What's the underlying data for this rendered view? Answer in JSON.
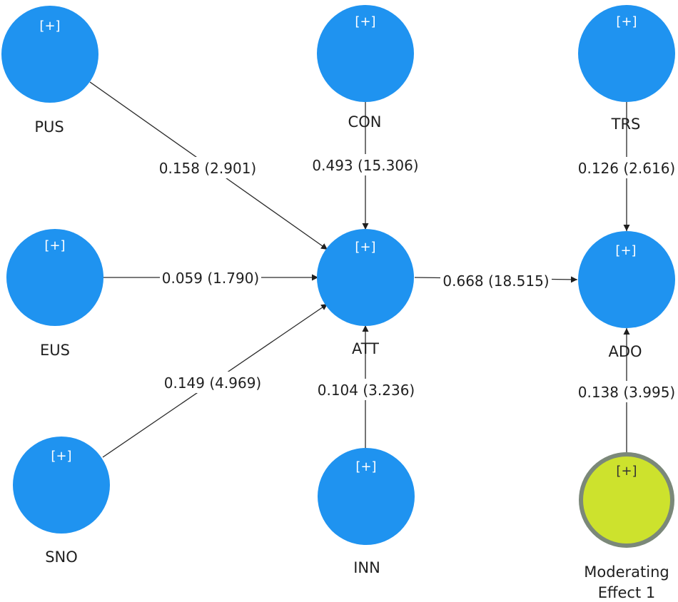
{
  "colors": {
    "construct_fill": "#1f93f0",
    "moderator_fill": "#cde22d",
    "moderator_stroke": "#7b8879",
    "edge_color": "#2a2a2a",
    "text_color": "#1f1f1f"
  },
  "expand_symbol": "[+]",
  "nodes": {
    "pus": {
      "label": "PUS",
      "expand": "[+]"
    },
    "con": {
      "label": "CON",
      "expand": "[+]"
    },
    "trs": {
      "label": "TRS",
      "expand": "[+]"
    },
    "eus": {
      "label": "EUS",
      "expand": "[+]"
    },
    "att": {
      "label": "ATT",
      "expand": "[+]"
    },
    "ado": {
      "label": "ADO",
      "expand": "[+]"
    },
    "sno": {
      "label": "SNO",
      "expand": "[+]"
    },
    "inn": {
      "label": "INN",
      "expand": "[+]"
    },
    "mod": {
      "label_line1": "Moderating",
      "label_line2": "Effect 1",
      "expand": "[+]"
    }
  },
  "paths": {
    "pus_att": "0.158 (2.901)",
    "con_att": "0.493 (15.306)",
    "trs_ado": "0.126 (2.616)",
    "eus_att": "0.059 (1.790)",
    "att_ado": "0.668 (18.515)",
    "sno_att": "0.149 (4.969)",
    "inn_att": "0.104 (3.236)",
    "mod_ado": "0.138 (3.995)"
  }
}
